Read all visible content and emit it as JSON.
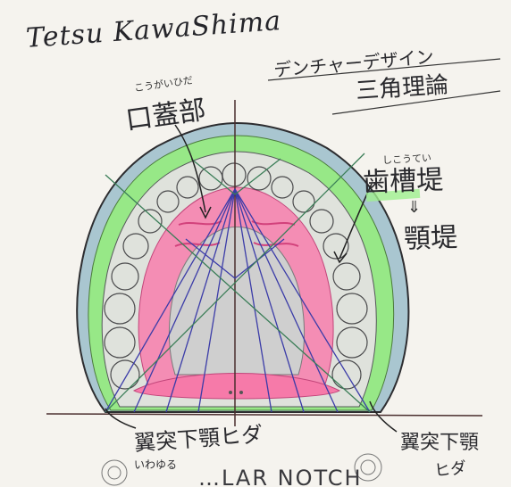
{
  "signature": "Tetsu KawaShima",
  "title": {
    "line1": "デンチャーデザイン",
    "line2": "三角理論"
  },
  "labels": {
    "palate_ruby": "こうがいひだ",
    "palate": "口蓋部",
    "ridge_ruby": "しこうてい",
    "ridge": "歯槽堤",
    "arrow": "⇓",
    "jaw_ridge": "顎堤",
    "left_bottom": "翼突下顎ヒダ",
    "right_bottom_1": "翼突下顎",
    "right_bottom_2": "ヒダ",
    "iwayuru": "いわゆる",
    "notch": "…LAR NOTCH"
  },
  "colors": {
    "paper": "#f5f3ee",
    "pencil": "#2d2d30",
    "mucosa_blue": "#8fb9c9",
    "gingiva_green": "#8fe37c",
    "palate_pink": "#f26fa4",
    "line_blue": "#3b3ca8",
    "line_green": "#3a7d57"
  }
}
